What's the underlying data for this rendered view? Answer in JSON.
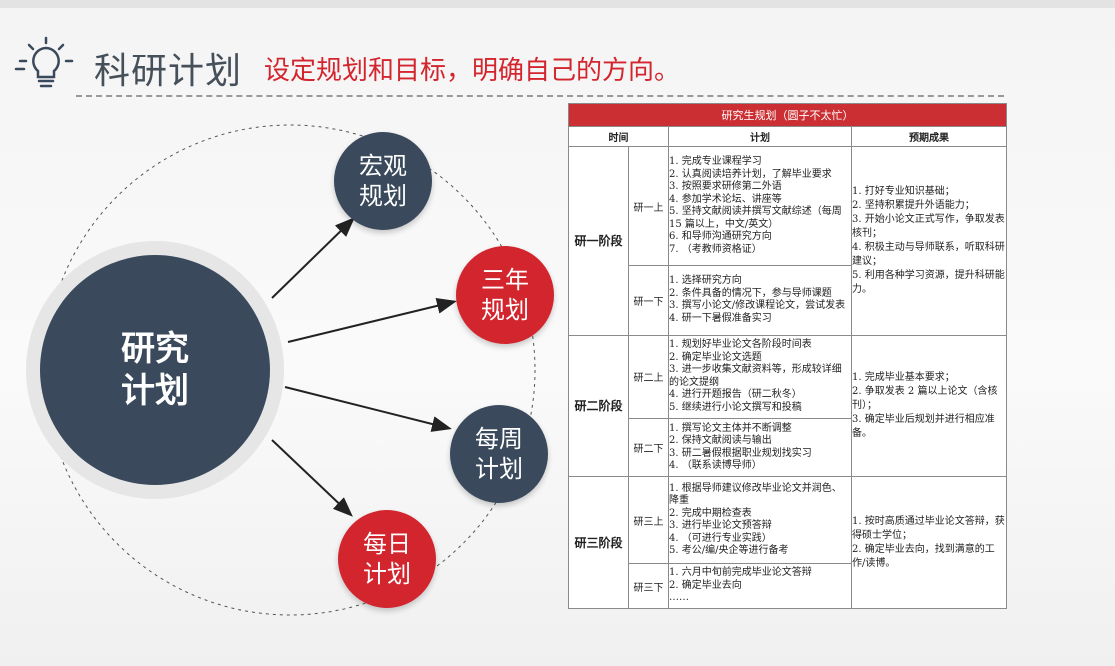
{
  "header": {
    "icon": "lightbulb-icon",
    "title": "科研计划",
    "subtitle": "设定规划和目标，明确自己的方向。"
  },
  "colors": {
    "accent_red": "#d3252e",
    "navy": "#3a4a5c",
    "title_gray": "#45505a"
  },
  "diagram": {
    "center": "研究\n计划",
    "nodes": [
      {
        "label": "宏观\n规划",
        "color": "navy"
      },
      {
        "label": "三年\n规划",
        "color": "red"
      },
      {
        "label": "每周\n计划",
        "color": "navy"
      },
      {
        "label": "每日\n计划",
        "color": "red"
      }
    ]
  },
  "table": {
    "title": "研究生规划（圆子不太忙）",
    "headers": [
      "时间",
      "计划",
      "预期成果"
    ],
    "stages": [
      {
        "name": "研一阶段",
        "goals": [
          "1. 打好专业知识基础；",
          "2. 坚持积累提升外语能力；",
          "3. 开始小论文正式写作，争取发表核刊；",
          "4. 积极主动与导师联系，听取科研建议；",
          "5. 利用各种学习资源，提升科研能力。"
        ],
        "semesters": [
          {
            "name": "研一上",
            "items": [
              "1. 完成专业课程学习",
              "2. 认真阅读培养计划，了解毕业要求",
              "3. 按照要求研修第二外语",
              "4. 参加学术论坛、讲座等",
              "5. 坚持文献阅读并撰写文献综述（每周 15 篇以上，中文/英文）",
              "6. 和导师沟通研究方向",
              "7. （考教师资格证）"
            ]
          },
          {
            "name": "研一下",
            "items": [
              "1. 选择研究方向",
              "2. 条件具备的情况下，参与导师课题",
              "3. 撰写小论文/修改课程论文，尝试发表",
              "4. 研一下暑假准备实习"
            ]
          }
        ]
      },
      {
        "name": "研二阶段",
        "goals": [
          "1. 完成毕业基本要求；",
          "2. 争取发表 2 篇以上论文（含核刊）；",
          "3. 确定毕业后规划并进行相应准备。"
        ],
        "semesters": [
          {
            "name": "研二上",
            "items": [
              "1. 规划好毕业论文各阶段时间表",
              "2. 确定毕业论文选题",
              "3. 进一步收集文献资料等，形成较详细的论文提纲",
              "4. 进行开题报告（研二秋冬）",
              "5. 继续进行小论文撰写和投稿"
            ]
          },
          {
            "name": "研二下",
            "items": [
              "1. 撰写论文主体并不断调整",
              "2. 保持文献阅读与输出",
              "3. 研二暑假根据职业规划找实习",
              "4. （联系读博导师）"
            ]
          }
        ]
      },
      {
        "name": "研三阶段",
        "goals": [
          "1. 按时高质通过毕业论文答辩，获得硕士学位；",
          "2. 确定毕业去向，找到满意的工作/读博。"
        ],
        "semesters": [
          {
            "name": "研三上",
            "items": [
              "1. 根据导师建议修改毕业论文并润色、降重",
              "2. 完成中期检查表",
              "3. 进行毕业论文预答辩",
              "4. （可进行专业实践）",
              "5. 考公/编/央企等进行备考"
            ]
          },
          {
            "name": "研三下",
            "items": [
              "1. 六月中旬前完成毕业论文答辩",
              "2. 确定毕业去向",
              "……"
            ]
          }
        ]
      }
    ]
  }
}
